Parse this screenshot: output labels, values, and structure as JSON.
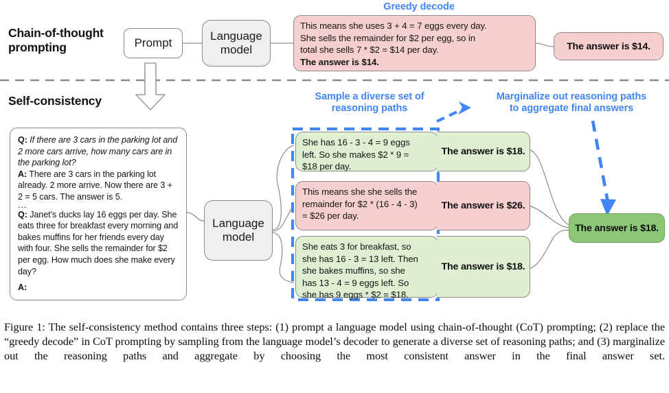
{
  "figure": {
    "caption": "Figure 1:  The self-consistency method contains three steps:  (1) prompt a language model using chain-of-thought (CoT) prompting; (2) replace the “greedy decode” in CoT prompting by sampling from the language model’s decoder to generate a diverse set of reasoning paths; and (3) marginalize out the reasoning paths and aggregate by choosing the most consistent answer in the final answer set."
  },
  "colors": {
    "accent_blue": "#4285f4",
    "pink_fill": "#f6cfcf",
    "green_fill": "#dff0d2",
    "final_green_fill": "#8cc677",
    "gray_fill": "#efefef",
    "stroke_gray": "#8a8a8a"
  },
  "cot_section": {
    "title_line1": "Chain-of-thought",
    "title_line2": "prompting",
    "prompt_box_label": "Prompt",
    "model_box_line1": "Language",
    "model_box_line2": "model",
    "decode_label": "Greedy decode",
    "reasoning": {
      "line1": "This means she uses 3 + 4 = 7 eggs every day.",
      "line2": "She sells the remainder for $2 per egg, so in",
      "line3": "total she sells 7 * $2 = $14 per day.",
      "line4_bold": "The answer is $14."
    },
    "answer": "The answer is $14."
  },
  "self_consistency": {
    "title": "Self-consistency",
    "sample_label_line1": "Sample a diverse set of",
    "sample_label_line2": "reasoning paths",
    "marginalize_label_line1": "Marginalize out reasoning paths",
    "marginalize_label_line2": "to aggregate final answers",
    "model_box_line1": "Language",
    "model_box_line2": "model",
    "prompt": {
      "q1_tag": "Q:",
      "q1_text": " If there are 3 cars in the parking lot and 2 more cars arrive, how many cars are in the parking lot?",
      "a1_tag": "A:",
      "a1_text": " There are 3 cars in the parking lot already. 2 more arrive. Now there are 3 + 2 = 5 cars. The answer is 5.",
      "ellipsis": "...",
      "q2_tag": "Q:",
      "q2_text": " Janet’s ducks lay 16 eggs per day. She eats three for breakfast every morning and bakes muffins for her friends every day with four. She sells the remainder for $2 per egg. How much does she make every day?",
      "a2_tag": "A:"
    },
    "paths": [
      {
        "color": "green",
        "reasoning_line1": "She has 16 - 3 - 4 = 9 eggs",
        "reasoning_line2": "left. So she makes $2 * 9 =",
        "reasoning_line3": "$18 per day.",
        "answer": "The answer is $18."
      },
      {
        "color": "pink",
        "reasoning_line1": "This means she she sells the",
        "reasoning_line2": "remainder for $2 * (16 - 4 - 3)",
        "reasoning_line3": "= $26 per day.",
        "answer": "The answer is $26."
      },
      {
        "color": "green",
        "reasoning_line1": "She eats 3 for breakfast, so",
        "reasoning_line2": "she has 16 - 3 = 13 left. Then",
        "reasoning_line3": "she bakes muffins, so she",
        "reasoning_line4": "has 13 - 4 = 9 eggs left. So",
        "reasoning_line5": "she has 9 eggs * $2 = $18.",
        "answer": "The answer is $18."
      }
    ],
    "final_answer": "The answer is $18."
  }
}
